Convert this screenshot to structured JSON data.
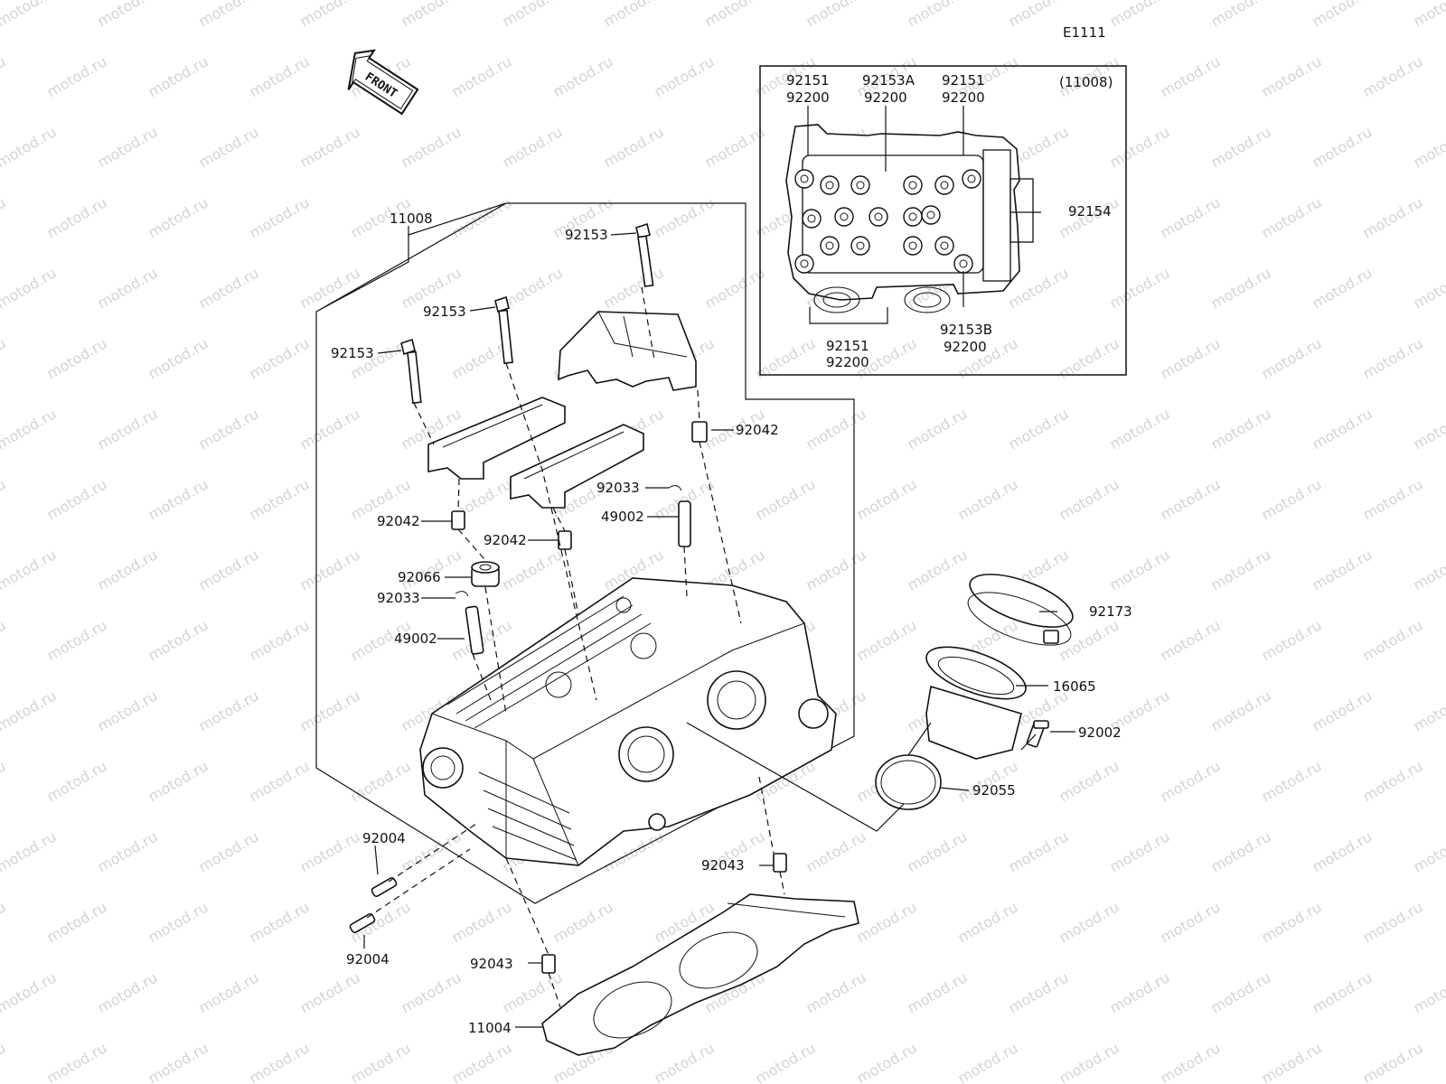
{
  "diagram": {
    "ref_code": "E1111",
    "front_arrow": "FRONT",
    "watermark": "motod.ru",
    "inset_ref": "(11008)",
    "labels": {
      "p11008": "11008",
      "p92153_a": "92153",
      "p92153_b": "92153",
      "p92153_c": "92153",
      "p92042_a": "92042",
      "p92042_b": "92042",
      "p92042_c": "92042",
      "p92033_a": "92033",
      "p92033_b": "92033",
      "p49002_a": "49002",
      "p49002_b": "49002",
      "p92066": "92066",
      "p92173": "92173",
      "p16065": "16065",
      "p92002": "92002",
      "p92055": "92055",
      "p92004_a": "92004",
      "p92004_b": "92004",
      "p92043_a": "92043",
      "p92043_b": "92043",
      "p11004": "11004",
      "inset_92151_tl": "92151",
      "inset_92200_tl": "92200",
      "inset_92153A": "92153A",
      "inset_92200_tm": "92200",
      "inset_92151_tr": "92151",
      "inset_92200_tr": "92200",
      "inset_92154": "92154",
      "inset_92151_b": "92151",
      "inset_92200_b": "92200",
      "inset_92153B": "92153B",
      "inset_92200_br": "92200"
    }
  }
}
